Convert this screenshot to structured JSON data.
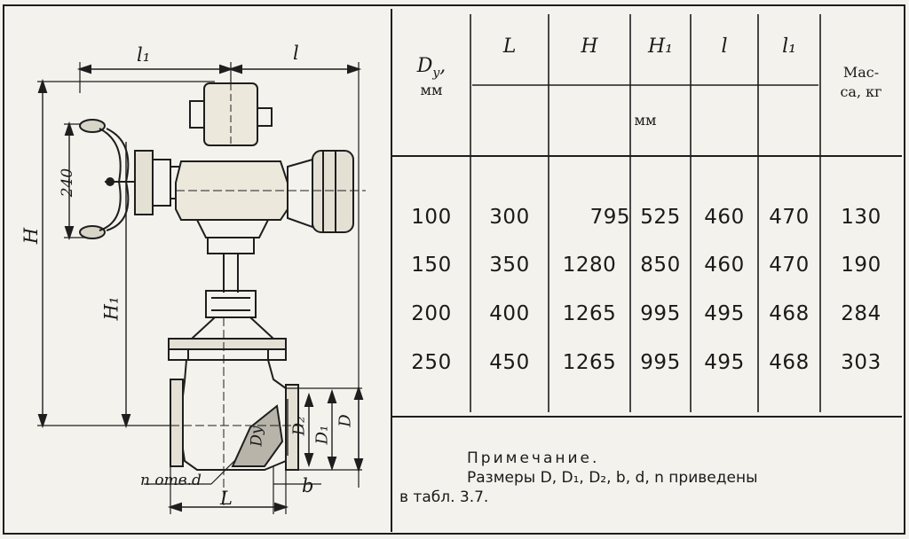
{
  "drawing": {
    "labels": {
      "l1": "l₁",
      "l": "l",
      "dim_240": "240",
      "H": "H",
      "H1": "H₁",
      "Dy": "Dy",
      "D2": "D₂",
      "D1": "D₁",
      "D": "D",
      "holes": "n отв.d",
      "L": "L",
      "b": "b"
    }
  },
  "table": {
    "header": {
      "dy": "D",
      "dy_sub": "y",
      "dy_unit": "мм",
      "L": "L",
      "H": "H",
      "H1": "H₁",
      "l": "l",
      "l1": "l₁",
      "mass_line1": "Мас-",
      "mass_line2": "са, кг",
      "unit_mm": "мм"
    },
    "rows": [
      [
        "100",
        "300",
        "795",
        "525",
        "460",
        "470",
        "130"
      ],
      [
        "150",
        "350",
        "1280",
        "850",
        "460",
        "470",
        "190"
      ],
      [
        "200",
        "400",
        "1265",
        "995",
        "495",
        "468",
        "284"
      ],
      [
        "250",
        "450",
        "1265",
        "995",
        "495",
        "468",
        "303"
      ]
    ]
  },
  "note": {
    "title": "Примечание.",
    "line1": "Размеры D, D₁, D₂, b, d, n приведены",
    "line2": "в табл. 3.7."
  }
}
